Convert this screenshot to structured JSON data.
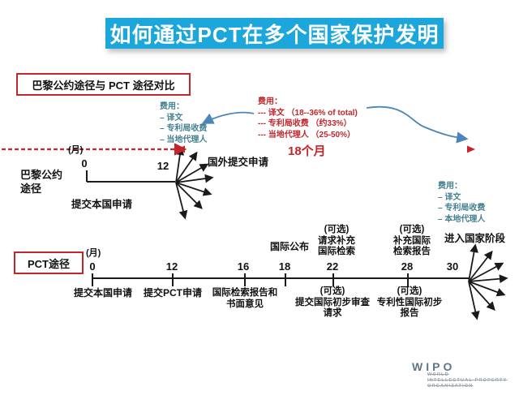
{
  "title": {
    "text": "如何通过PCT在多个国家保护发明"
  },
  "comparison_box": {
    "label": "巴黎公约途径与 PCT 途径对比"
  },
  "center_fees": {
    "heading": "费用：",
    "items": [
      "--- 译文 （18--36% of total)",
      "--- 专利局收费 （约33%）",
      "--- 当地代理人 （25-50%）"
    ]
  },
  "paris_route": {
    "label": "巴黎公约\n途径",
    "axis_unit": "(月)",
    "tick_0": "0",
    "tick_12": "12",
    "file_home": "提交本国申请",
    "file_abroad": "国外提交申请",
    "duration_label": "18个月",
    "fees": {
      "heading": "费用：",
      "items": [
        "– 译文",
        "– 专利局收费",
        "– 当地代理人"
      ]
    }
  },
  "pct_route": {
    "label": "PCT途径",
    "axis_unit": "(月)",
    "milestones": [
      {
        "month": "0",
        "below": "提交本国申请"
      },
      {
        "month": "12",
        "below": "提交PCT申请"
      },
      {
        "month": "16",
        "below": "国际检索报告和\n书面意见"
      },
      {
        "month": "18",
        "above": "国际公布"
      },
      {
        "month": "22",
        "above": "(可选)\n请求补充\n国际检索",
        "below": "(可选)\n提交国际初步审查\n请求"
      },
      {
        "month": "28",
        "above": "(可选)\n补充国际\n检索报告",
        "below": "(可选)\n专利性国际初步\n报告"
      },
      {
        "month": "30",
        "above": "进入国家阶段"
      }
    ],
    "national_phase": "进入国家阶段",
    "fees": {
      "heading": "费用：",
      "items": [
        "– 译文",
        "– 专利局收费",
        "– 本地代理人"
      ]
    }
  },
  "wipo_logo": {
    "name": "WIPO",
    "line1": "WORLD",
    "line2": "INTELLECTUAL PROPERTY",
    "line3": "ORGANIZATION"
  },
  "colors": {
    "banner_bg": "#1BA7DC",
    "banner_text": "#FFFFFF",
    "accent_red": "#C2262B",
    "fee_teal": "#44808F",
    "curve_blue": "#4C86B8",
    "diagram_black": "#1A1A1A",
    "wipo_gray_blue": "#5E7588"
  }
}
